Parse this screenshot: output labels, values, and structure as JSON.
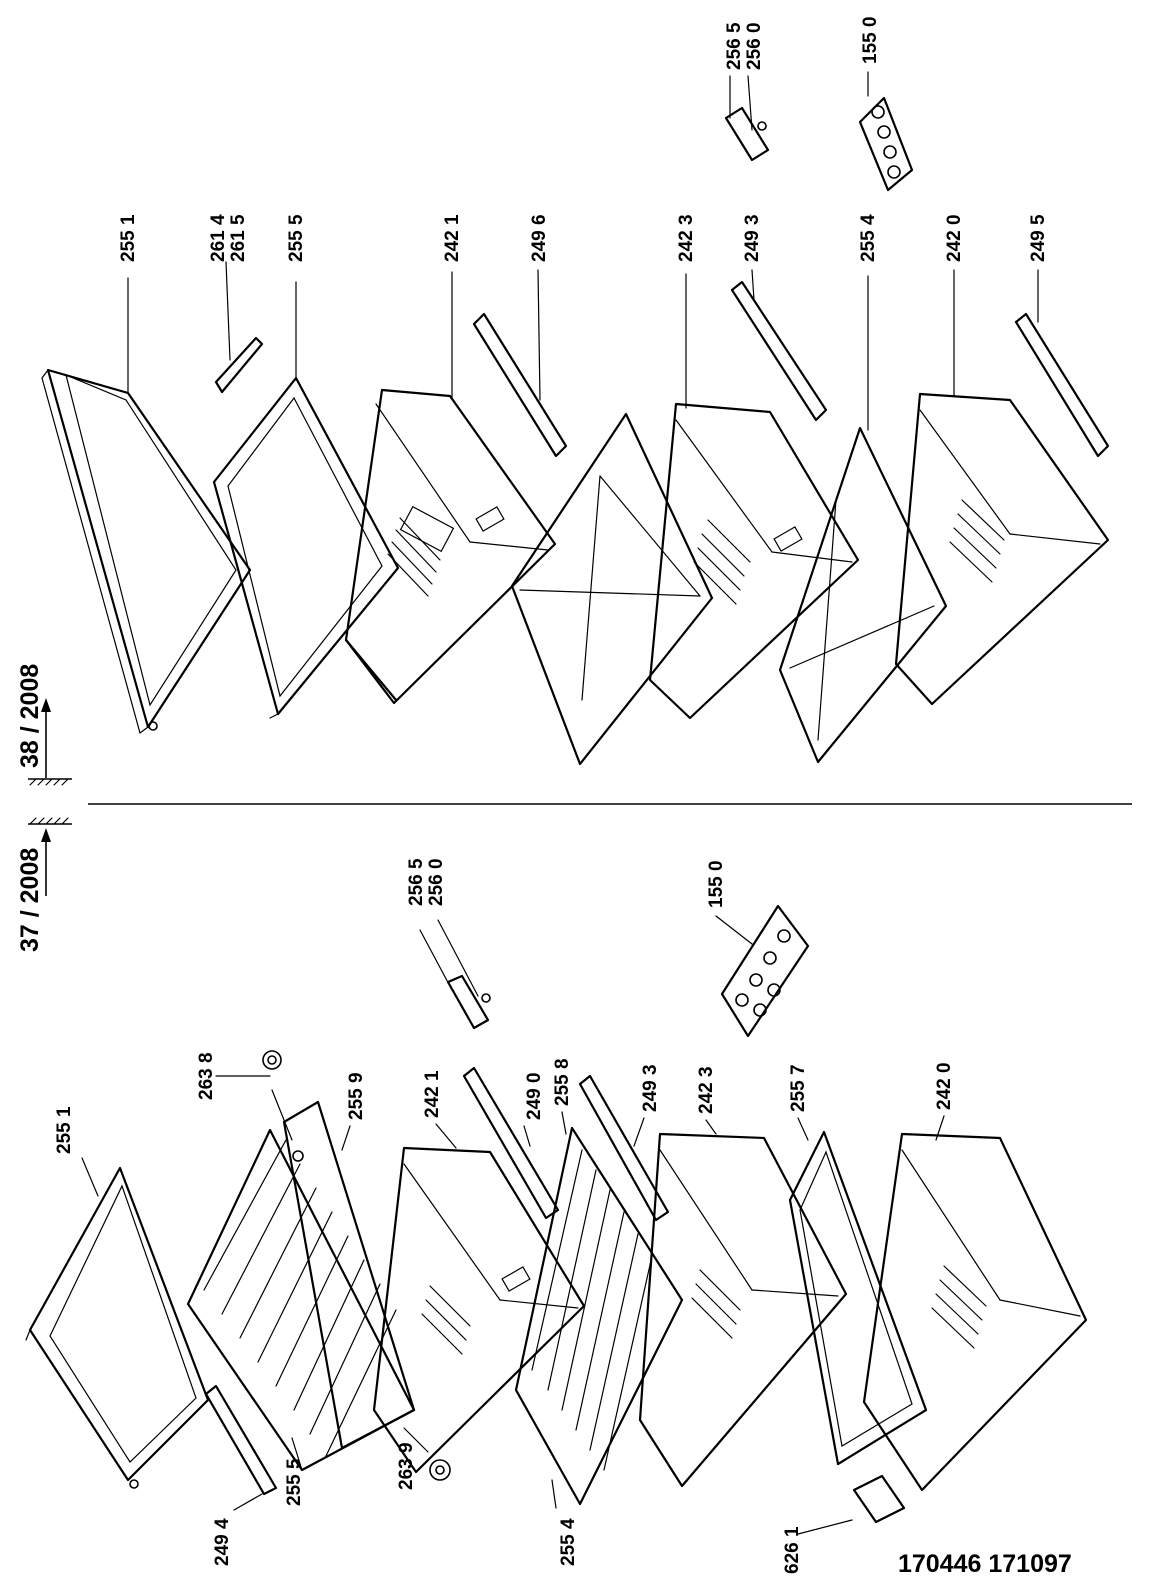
{
  "document_number": "170446 171097",
  "revisions": {
    "upper": "38 / 2008",
    "lower": "37 / 2008"
  },
  "upper_labels": [
    "255 1",
    "261 4",
    "261 5",
    "255 5",
    "242 1",
    "249 6",
    "242 3",
    "249 3",
    "255 4",
    "242 0",
    "249 5",
    "256 5",
    "256 0",
    "155 0"
  ],
  "lower_labels": [
    "255 1",
    "263 8",
    "255 9",
    "242 1",
    "249 0",
    "255 8",
    "249 3",
    "242 3",
    "255 7",
    "242 0",
    "263 9",
    "249 4",
    "255 5",
    "255 4",
    "626 1",
    "256 5",
    "256 0",
    "155 0"
  ]
}
